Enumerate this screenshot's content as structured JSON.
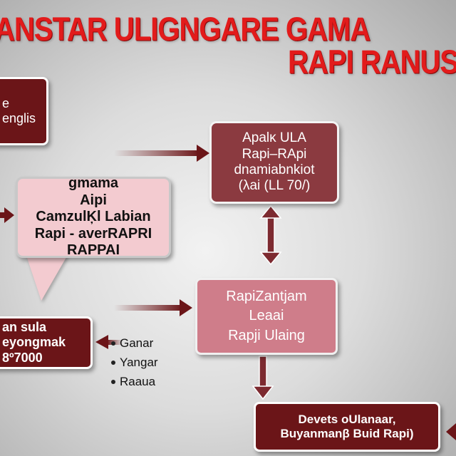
{
  "title": {
    "line1": "ANSTAR ULIGNGARE GAMA",
    "line2": "RAPI RANUSA"
  },
  "colors": {
    "title_red": "#e21b1b",
    "dark_maroon": "#6b1518",
    "maroon": "#8b3a40",
    "rose": "#cf7d8a",
    "light_pink": "#f3cbd0"
  },
  "nodes": {
    "top_left": {
      "lines": [
        "e",
        "englis"
      ]
    },
    "top_right": {
      "lines": [
        "Αpalκ ULA",
        "Rapi–RApi",
        "dnamiabnkiot",
        "(λai (LL 70/)"
      ]
    },
    "middle_speech": {
      "lines": [
        "gmama",
        "Aipi",
        "CamzulĶl Labian",
        "Rapi - averRAPRI",
        "RAPPAI"
      ]
    },
    "center": {
      "lines": [
        "RapiZantjam",
        "Leaai",
        "Rapji  Ulaing"
      ]
    },
    "bottom_left": {
      "lines": [
        "an sula",
        "eyongmak",
        "8º7000"
      ]
    },
    "bottom_right": {
      "lines": [
        "Devets οUlanaar,",
        "Buyanmanβ Buid Rapi)"
      ]
    }
  },
  "legend": {
    "items": [
      "Ganar",
      "Yangar",
      "Raaua"
    ]
  }
}
